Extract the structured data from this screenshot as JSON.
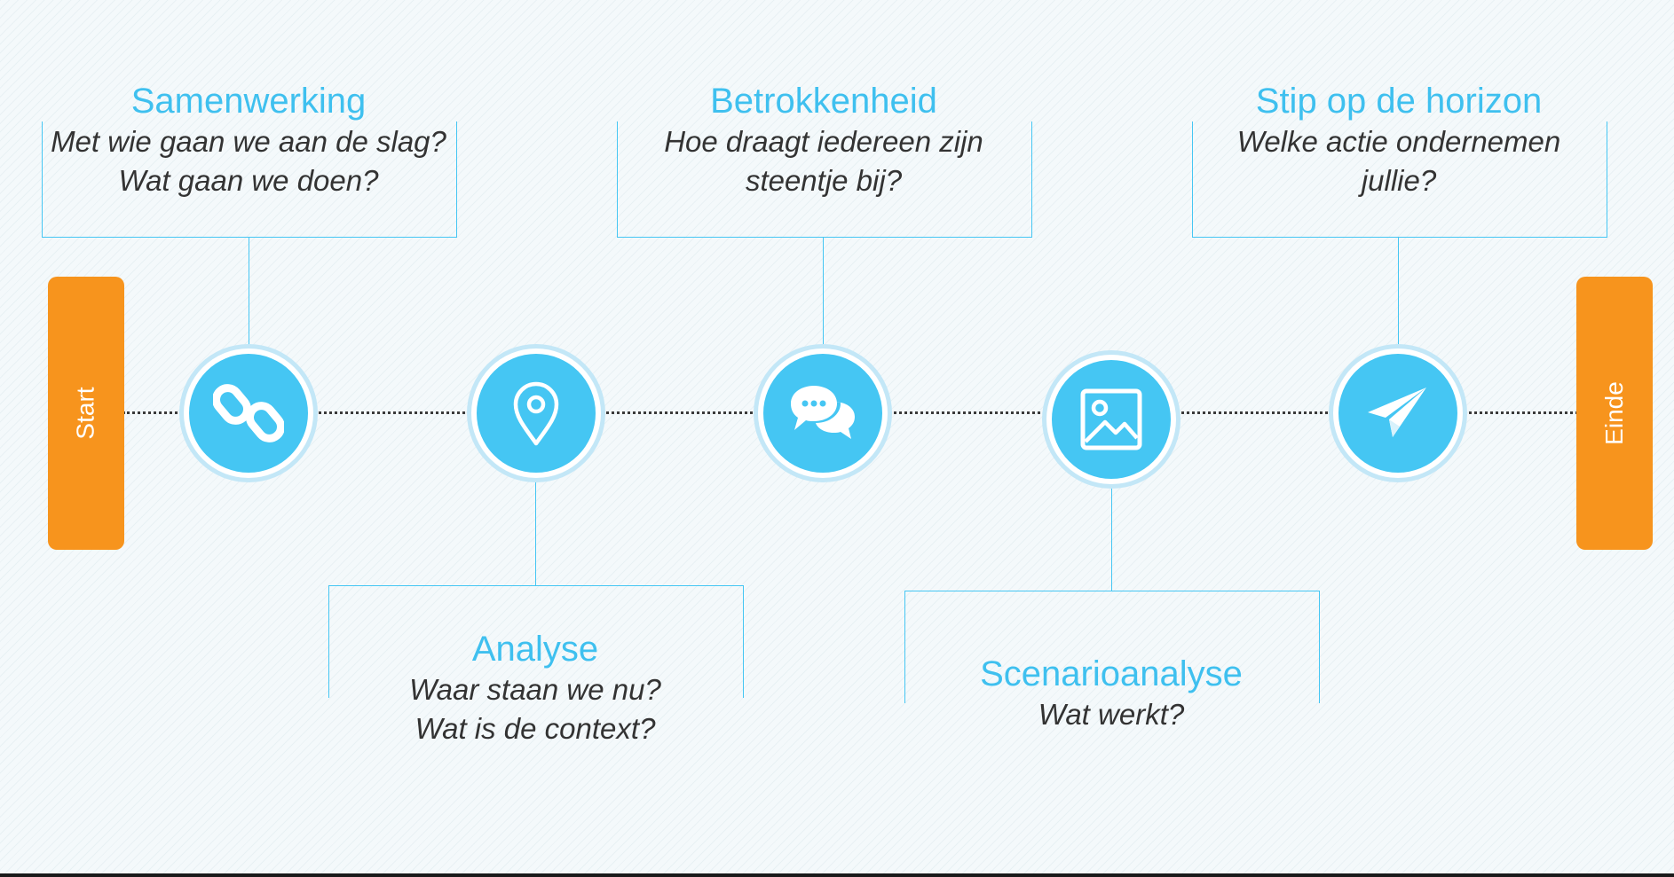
{
  "endcaps": {
    "start": "Start",
    "end": "Einde"
  },
  "colors": {
    "accent": "#45c6f3",
    "endcap": "#f7941d",
    "question_text": "#333333"
  },
  "steps": [
    {
      "title": "Samenwerking",
      "line1": "Met wie gaan we aan de slag?",
      "line2": "Wat gaan we doen?",
      "icon": "link-icon"
    },
    {
      "title": "Analyse",
      "line1": "Waar staan we nu?",
      "line2": "Wat is de context?",
      "icon": "map-pin-icon"
    },
    {
      "title": "Betrokkenheid",
      "line1": "Hoe draagt iedereen zijn",
      "line2": "steentje bij?",
      "icon": "speech-bubbles-icon"
    },
    {
      "title": "Scenarioanalyse",
      "line1": "Wat werkt?",
      "icon": "image-icon"
    },
    {
      "title": "Stip op de horizon",
      "line1": "Welke actie ondernemen",
      "line2": "jullie?",
      "icon": "paper-plane-icon"
    }
  ]
}
